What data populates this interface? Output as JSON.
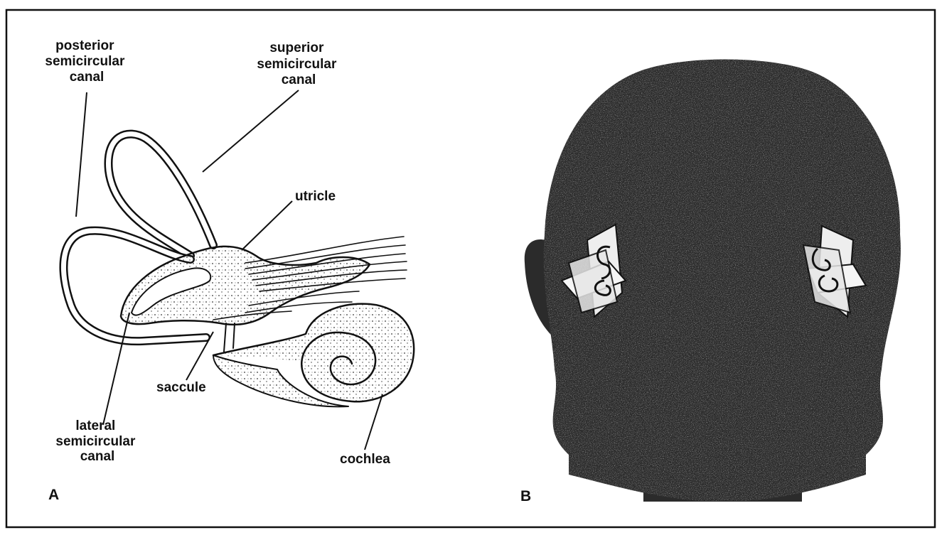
{
  "labels": {
    "posterior_semicircular_canal": [
      "posterior",
      "semicircular",
      "canal"
    ],
    "superior_semicircular_canal": [
      "superior",
      "semicircular",
      "canal"
    ],
    "utricle": "utricle",
    "saccule": "saccule",
    "lateral_semicircular_canal": [
      "lateral",
      "semicircular",
      "canal"
    ],
    "cochlea": "cochlea"
  },
  "panels": {
    "a": "A",
    "b": "B"
  },
  "colors": {
    "ink": "#111111",
    "head_fill": "#2b2b2b",
    "plane_fill": "#eeeeee",
    "paper": "#ffffff"
  }
}
